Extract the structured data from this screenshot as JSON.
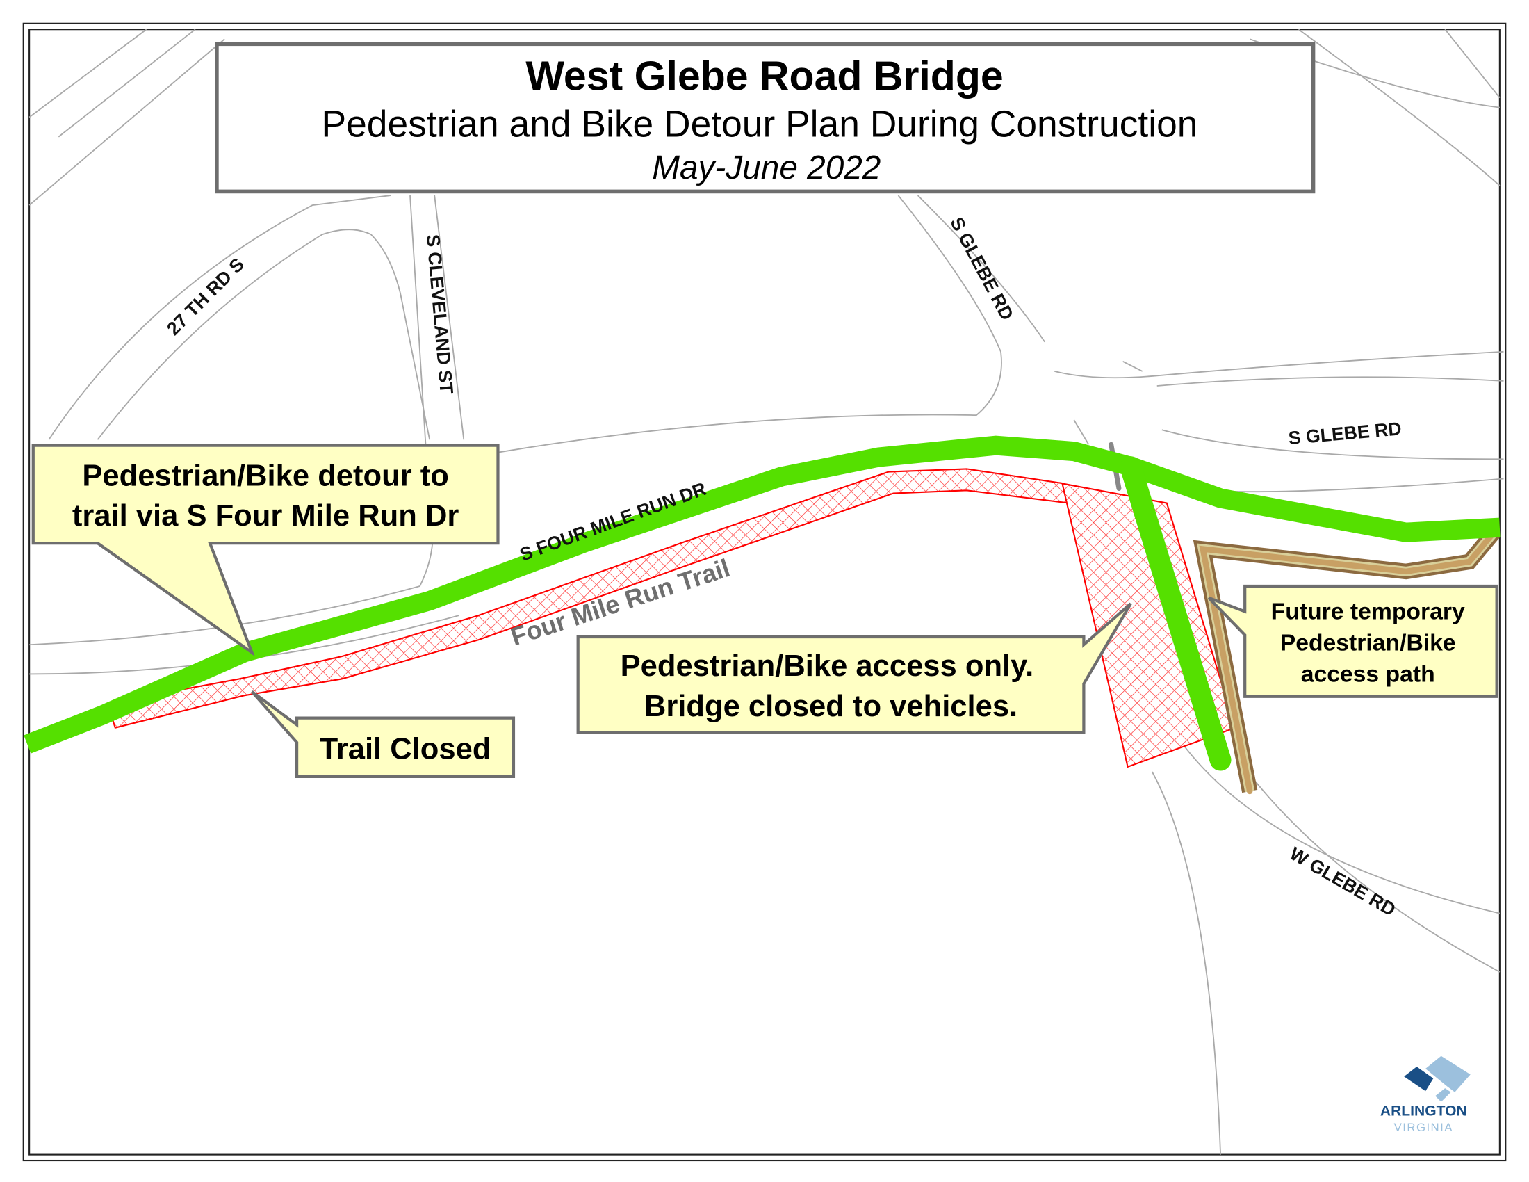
{
  "title": {
    "main": "West Glebe Road Bridge",
    "subtitle": "Pedestrian and Bike Detour Plan During Construction",
    "date": "May-June 2022"
  },
  "road_labels": {
    "rd27": "27 TH RD S",
    "cleveland": "S CLEVELAND ST",
    "s_glebe_north": "S GLEBE RD",
    "s_glebe_east": "S GLEBE RD",
    "four_mile_run_dr": "S FOUR MILE RUN DR",
    "trail": "Four Mile Run Trail",
    "w_glebe": "W GLEBE RD"
  },
  "callouts": {
    "detour": [
      "Pedestrian/Bike detour to",
      "trail via S Four Mile Run Dr"
    ],
    "trail_closed": "Trail Closed",
    "bridge": [
      "Pedestrian/Bike access only.",
      "Bridge closed to vehicles."
    ],
    "future": [
      "Future temporary",
      "Pedestrian/Bike",
      "access path"
    ]
  },
  "logo": {
    "line1": "ARLINGTON",
    "line2": "VIRGINIA"
  },
  "colors": {
    "detour_green": "#55e000",
    "closed_red": "#ff0000",
    "future_path_tan": "#c8a064",
    "future_path_brown": "#8c6a40",
    "callout_fill": "#ffffc4",
    "logo_dark": "#1a4f86",
    "logo_light": "#9cc0dd"
  }
}
